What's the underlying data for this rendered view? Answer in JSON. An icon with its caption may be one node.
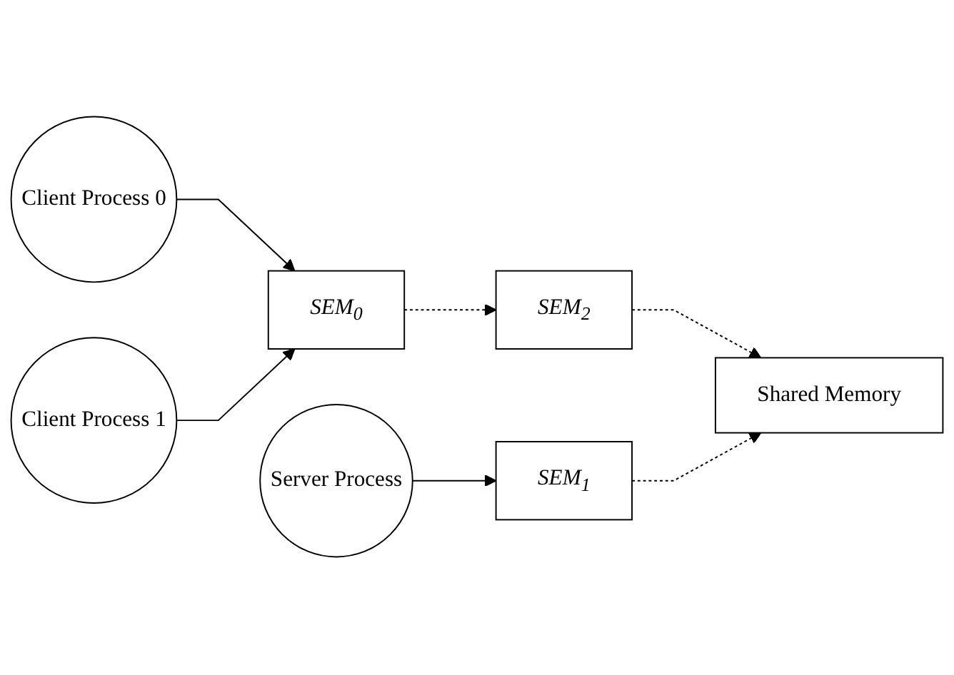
{
  "diagram": {
    "nodes": [
      {
        "text": [
          "Client Process 0"
        ]
      },
      {
        "text": [
          "Client Process 1"
        ]
      },
      {
        "text": [
          "SEM$_{0}$"
        ]
      },
      {
        "text": [
          "SEM$_{2}$"
        ]
      },
      {
        "text": [
          "SEM$_{1}$"
        ]
      },
      {
        "text": [
          "Shared Memory"
        ]
      },
      {
        "text": [
          "Server Process"
        ]
      }
    ],
    "edges": [
      {
        "from": 0,
        "to": 2,
        "arrow": "to"
      },
      {
        "from": 1,
        "to": 2,
        "arrow": "to"
      },
      {
        "from": 2,
        "to": 3,
        "arrow": "to",
        "style": "dashed"
      },
      {
        "from": 3,
        "to": 5,
        "arrow": "to",
        "style": "dashed"
      },
      {
        "from": 4,
        "to": 5,
        "arrow": "to",
        "style": "dashed"
      },
      {
        "from": 6,
        "to": 4,
        "arrow": "to"
      }
    ]
  }
}
